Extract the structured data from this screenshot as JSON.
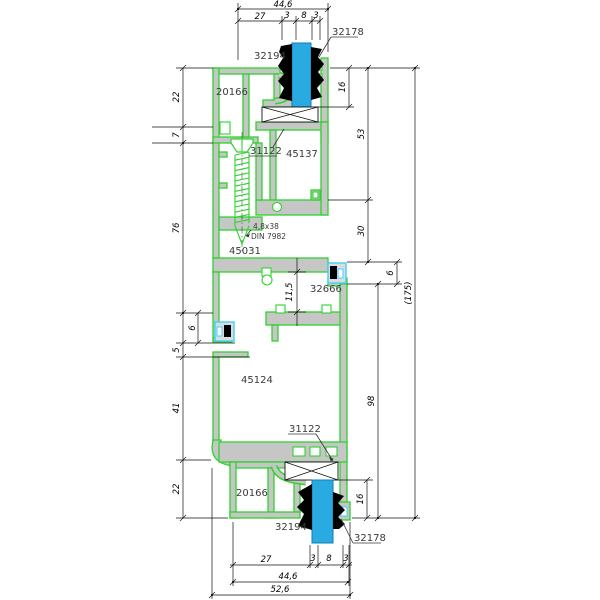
{
  "drawing": {
    "labels": {
      "l32178_top": "32178",
      "l32194_top": "32194",
      "l20166_top": "20166",
      "l31122_top": "31122",
      "l45137": "45137",
      "screw_line1": "4,8x38",
      "screw_line2": "DIN 7982",
      "l45031": "45031",
      "l32666": "32666",
      "l45124": "45124",
      "l31122_bottom": "31122",
      "l20166_bottom": "20166",
      "l32194_bottom": "32194",
      "l32178_bottom": "32178"
    },
    "dims": {
      "top_overall": "44,6",
      "top_27": "27",
      "top_3a": "3",
      "top_8": "8",
      "top_3b": "3",
      "left_22_top": "22",
      "left_7": "7",
      "left_76": "76",
      "left_6": "6",
      "left_5": "5",
      "left_41": "41",
      "left_22_bottom": "22",
      "right_16_top": "16",
      "right_53": "53",
      "right_30": "30",
      "right_6": "6",
      "right_98": "98",
      "right_total": "(175)",
      "right_16_bottom": "16",
      "mid_11_5": "11,5",
      "bottom_27": "27",
      "bottom_3a": "3",
      "bottom_8": "8",
      "bottom_3b": "3",
      "bottom_overall": "44,6",
      "bottom_total": "52,6"
    },
    "colors": {
      "profile_green": "#2fd22f",
      "metal_gray": "#c6c6c6",
      "glass_blue": "#29abe2",
      "gasket_black": "#000000",
      "clip_cyan": "#3fd0ff",
      "dim_black": "#111111"
    }
  }
}
